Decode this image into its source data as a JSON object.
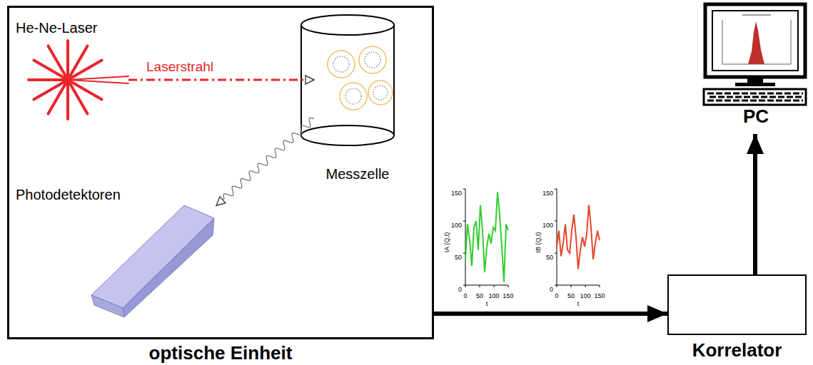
{
  "diagram": {
    "nodes": [
      {
        "text": [
          "optische Einheit"
        ]
      },
      {
        "text": [
          "He-Ne-Laser"
        ],
        "in": 0
      },
      {
        "text": [
          "Messzelle"
        ],
        "in": 0
      },
      {
        "text": [
          "Photodetektoren"
        ],
        "in": 0
      },
      {
        "text": [
          "Korrelator"
        ]
      },
      {
        "text": [
          "PC"
        ]
      }
    ],
    "edges": [
      {
        "from": 1,
        "to": 2,
        "arrow": "to",
        "label": "Laserstrahl"
      },
      {
        "from": 2,
        "to": 3,
        "arrow": "to"
      },
      {
        "from": 0,
        "to": 4,
        "arrow": "to"
      },
      {
        "from": 4,
        "to": 5,
        "arrow": "to"
      }
    ],
    "labels": [
      "150",
      "100",
      "50",
      "0",
      "0",
      "50",
      "100",
      "150",
      "t",
      "IA (Q,t)",
      "150",
      "100",
      "50",
      "0",
      "0",
      "50",
      "100",
      "150",
      "t",
      "IB (Q,t)"
    ]
  }
}
